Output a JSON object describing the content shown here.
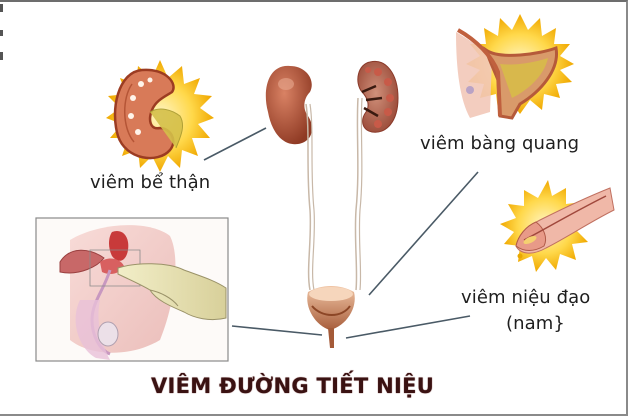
{
  "diagram": {
    "title": "VIÊM ĐƯỜNG TIẾT NIỆU",
    "labels": {
      "pyelonephritis": "viêm bể thận",
      "cystitis": "viêm bàng quang",
      "urethritis_line1": "viêm niệu đạo",
      "urethritis_line2": "(nam}",
      "prostatitis": ""
    },
    "colors": {
      "title": "#3a1212",
      "label_text": "#1f1f1f",
      "connector_lines": "#4a5a66",
      "kidney": "#b4553a",
      "inflammation_burst": "#f5b800",
      "bladder": "#c98a68",
      "frame_border": "#8a8a8a"
    }
  }
}
